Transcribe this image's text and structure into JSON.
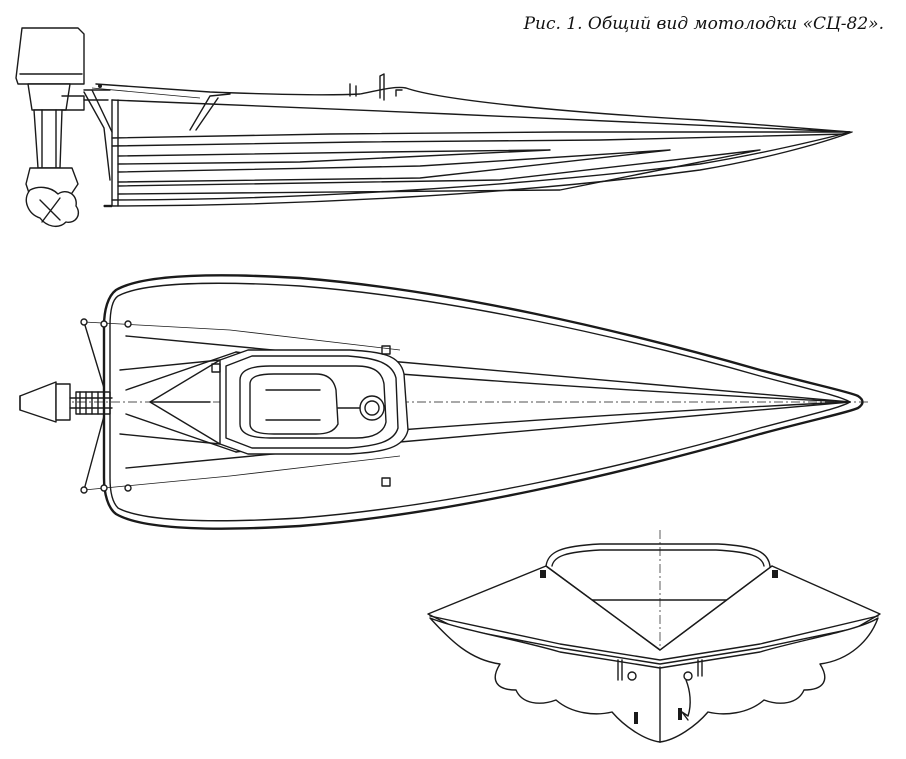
{
  "figure": {
    "caption": "Рис. 1. Общий вид мотолодки «СЦ-82»."
  },
  "views": [
    {
      "id": "side",
      "icon": "boat-side-view"
    },
    {
      "id": "plan",
      "icon": "boat-plan-view"
    },
    {
      "id": "front",
      "icon": "boat-front-view"
    }
  ],
  "colors": {
    "ink": "#1a1a1a",
    "paper": "#ffffff"
  }
}
